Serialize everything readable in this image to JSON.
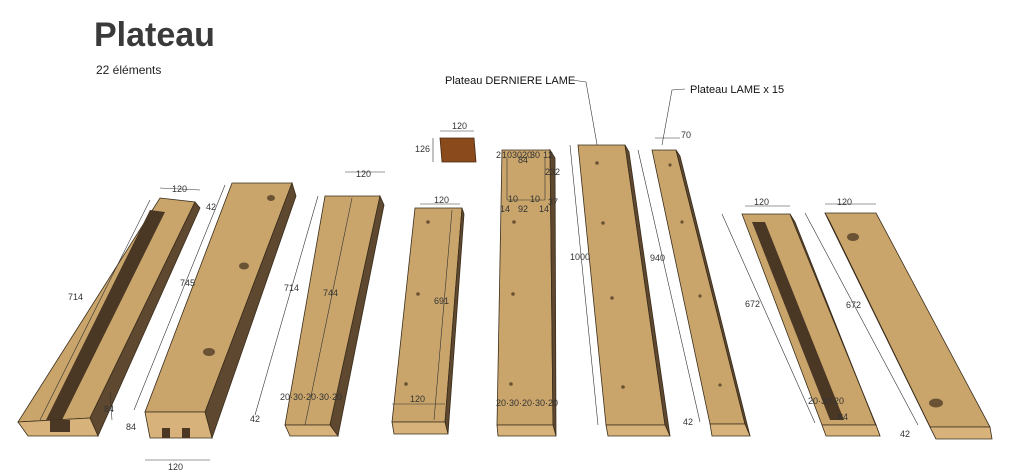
{
  "header": {
    "title": "Plateau",
    "subtitle": "22 éléments"
  },
  "callouts": {
    "last_board": "Plateau DERNIERE LAME",
    "board_x15": "Plateau LAME x 15"
  },
  "colors": {
    "wood_top": "#c9a56b",
    "wood_face": "#d7b27a",
    "wood_side": "#5e4830",
    "small_panel": "#8b4a1c"
  },
  "dimensions": {
    "p1": {
      "width": "120",
      "depth": "42",
      "length": "714",
      "foot": "84"
    },
    "p2": {
      "length": "745",
      "height": "84",
      "width": "120"
    },
    "p3": {
      "width": "120",
      "length_a": "714",
      "length_b": "744",
      "depth": "42",
      "spacing": "20·30·20·30·20"
    },
    "small": {
      "width": "120",
      "height": "126"
    },
    "p4": {
      "width": "120",
      "length": "691",
      "bottom_width": "120"
    },
    "p5": {
      "top_a": "2",
      "top_b": "10",
      "top_c": "30",
      "top_d": "20",
      "top_e": "30",
      "top_f": "12",
      "inner": "84",
      "height": "232",
      "left_a": "10",
      "right_a": "10",
      "edge_l": "14",
      "mid": "92",
      "edge_r": "14",
      "right_h": "37",
      "spacing": "20·30·20·30·20"
    },
    "p6": {
      "length": "1000"
    },
    "p7": {
      "width": "70",
      "length": "940",
      "depth": "42"
    },
    "p8": {
      "width": "120",
      "length": "672",
      "spacing": "20·30·20",
      "foot": "84"
    },
    "p9": {
      "width": "120",
      "length": "672",
      "depth": "42"
    }
  }
}
